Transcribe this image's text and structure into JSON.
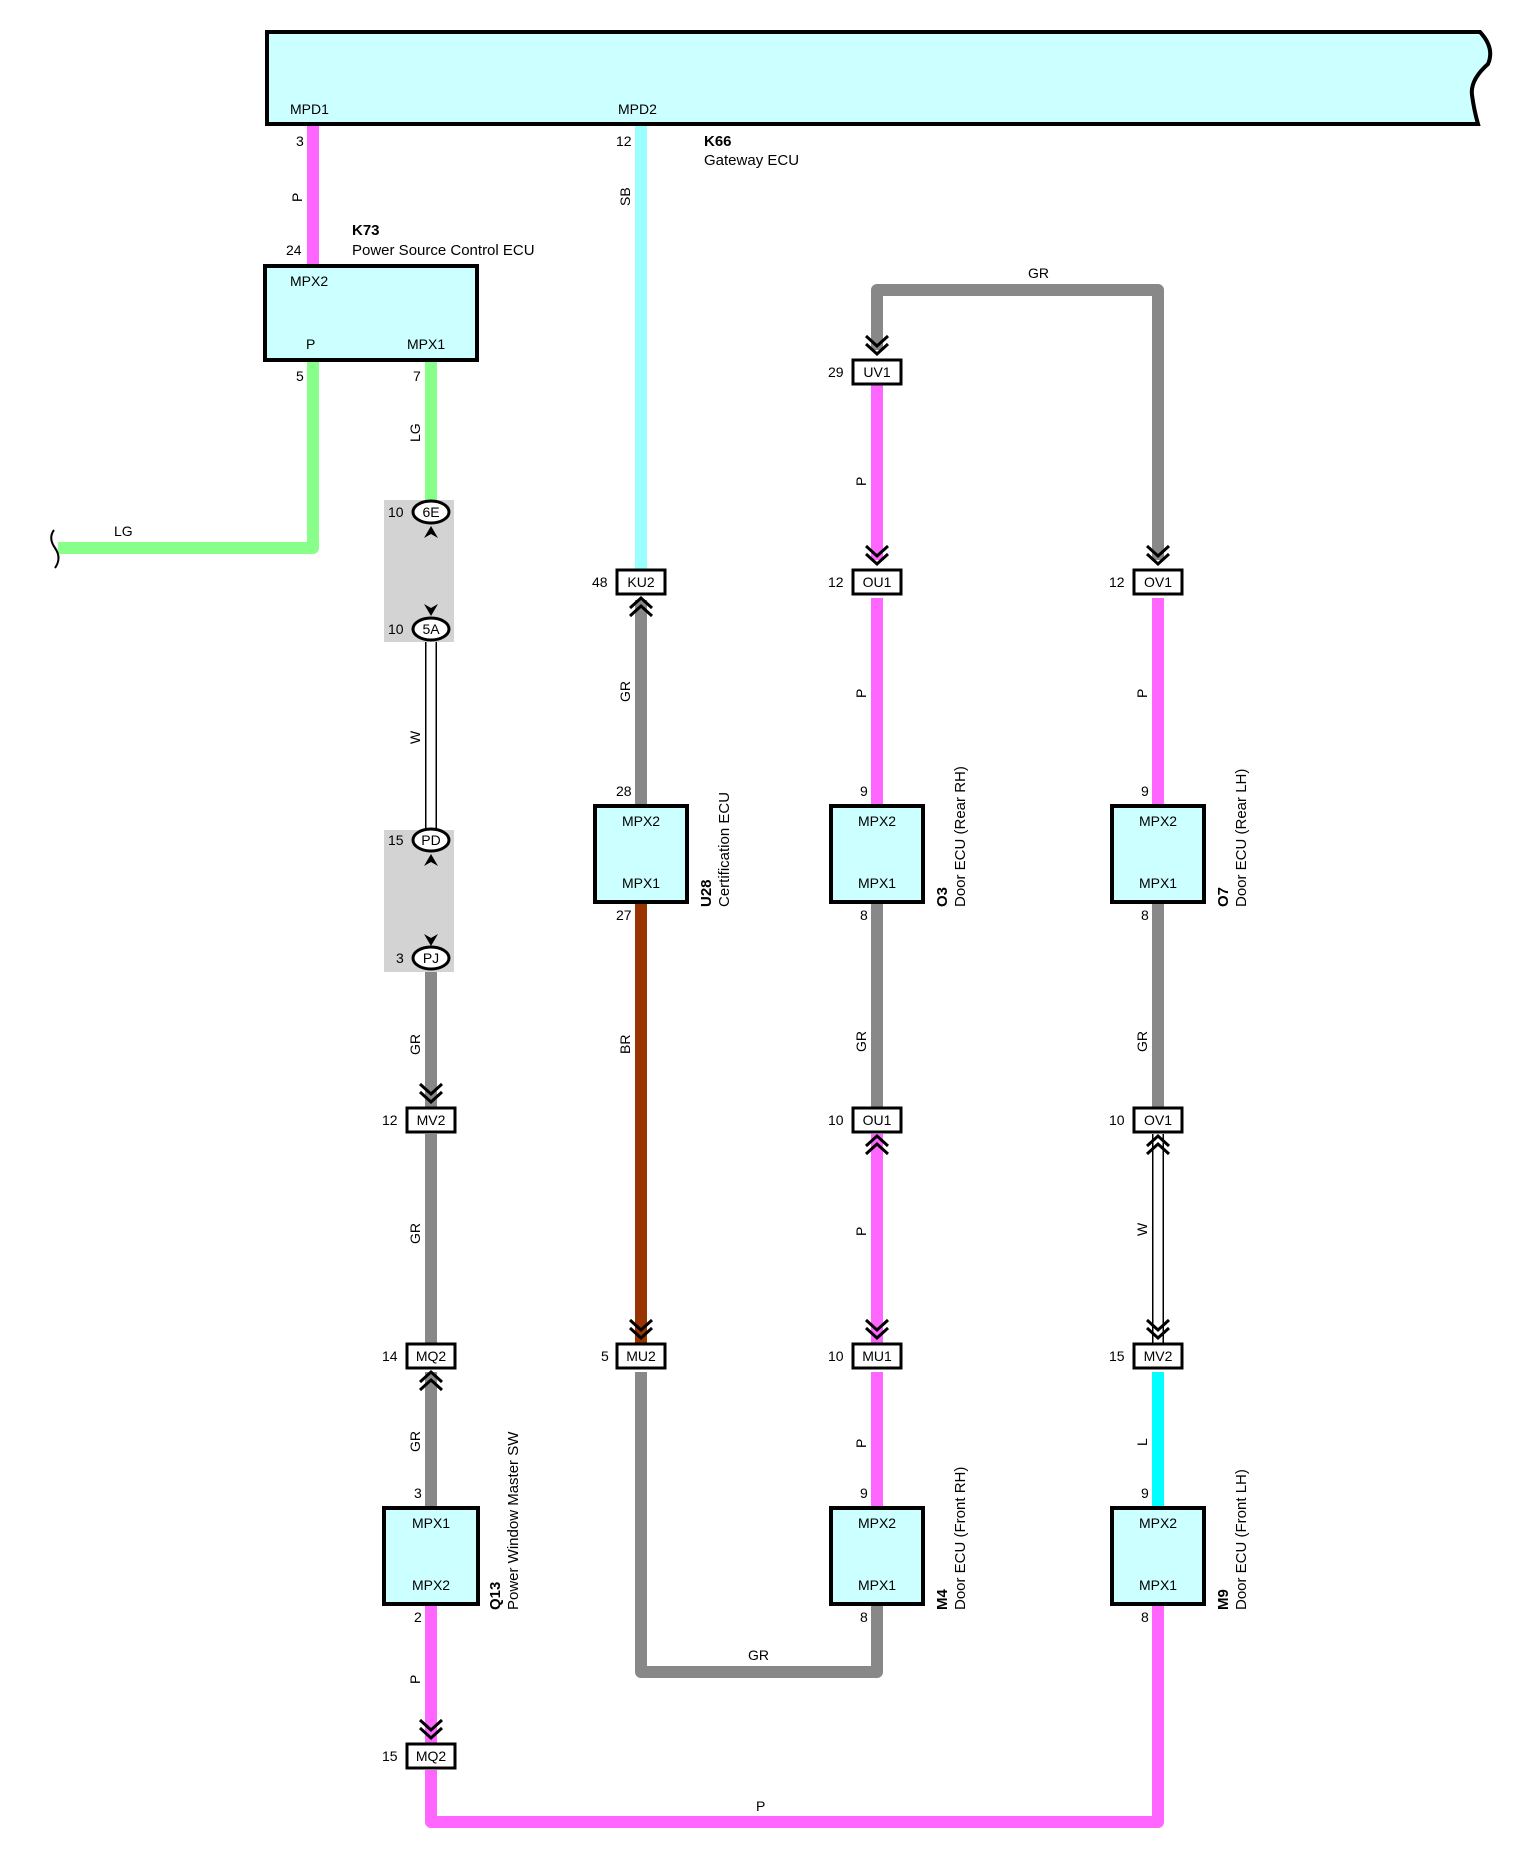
{
  "colors": {
    "P": "#ff66ff",
    "SB": "#99ffff",
    "LG": "#88ff88",
    "GR": "#888888",
    "BR": "#993300",
    "L": "#00ffff",
    "W": "#ffffff",
    "ecu_fill": "#ccffff"
  },
  "gateway": {
    "id": "K66",
    "name": "Gateway ECU",
    "terminals": [
      "MPD1",
      "MPD2"
    ],
    "pins": [
      "3",
      "12"
    ]
  },
  "k73": {
    "id": "K73",
    "name": "Power Source Control ECU",
    "terminals": [
      "MPX2",
      "P",
      "MPX1"
    ],
    "pins": [
      "24",
      "5",
      "7"
    ]
  },
  "u28": {
    "id": "U28",
    "name": "Certification ECU",
    "terminals": [
      "MPX2",
      "MPX1"
    ],
    "pins": [
      "28",
      "27"
    ]
  },
  "o3": {
    "id": "O3",
    "name": "Door ECU (Rear RH)",
    "terminals": [
      "MPX2",
      "MPX1"
    ],
    "pins": [
      "9",
      "8"
    ]
  },
  "o7": {
    "id": "O7",
    "name": "Door ECU (Rear LH)",
    "terminals": [
      "MPX2",
      "MPX1"
    ],
    "pins": [
      "9",
      "8"
    ]
  },
  "q13": {
    "id": "Q13",
    "name": "Power Window Master SW",
    "terminals": [
      "MPX1",
      "MPX2"
    ],
    "pins": [
      "3",
      "2"
    ]
  },
  "m4": {
    "id": "M4",
    "name": "Door ECU (Front RH)",
    "terminals": [
      "MPX2",
      "MPX1"
    ],
    "pins": [
      "9",
      "8"
    ]
  },
  "m9": {
    "id": "M9",
    "name": "Door ECU (Front LH)",
    "terminals": [
      "MPX2",
      "MPX1"
    ],
    "pins": [
      "9",
      "8"
    ]
  },
  "connectors": {
    "uv1_top": {
      "code": "UV1",
      "pin": "29"
    },
    "ou1_top": {
      "code": "OU1",
      "pin": "12"
    },
    "ov1_top": {
      "code": "OV1",
      "pin": "12"
    },
    "ku2": {
      "code": "KU2",
      "pin": "48"
    },
    "mv2_a": {
      "code": "MV2",
      "pin": "12"
    },
    "ou1_bot": {
      "code": "OU1",
      "pin": "10"
    },
    "ov1_bot": {
      "code": "OV1",
      "pin": "10"
    },
    "mq2_a": {
      "code": "MQ2",
      "pin": "14"
    },
    "mu2": {
      "code": "MU2",
      "pin": "5"
    },
    "mu1": {
      "code": "MU1",
      "pin": "10"
    },
    "mv2_b": {
      "code": "MV2",
      "pin": "15"
    },
    "mq2_b": {
      "code": "MQ2",
      "pin": "15"
    }
  },
  "junctions": {
    "j6e": {
      "code": "6E",
      "pin": "10"
    },
    "j5a": {
      "code": "5A",
      "pin": "10"
    },
    "jpd": {
      "code": "PD",
      "pin": "15"
    },
    "jpj": {
      "code": "PJ",
      "pin": "3"
    }
  },
  "wire_labels": {
    "w_k66_k73": "P",
    "w_k66_ku2": "SB",
    "w_lg_left": "LG",
    "w_k73_6e": "LG",
    "w_5a_pd": "W",
    "w_pj_mv2": "GR",
    "w_mv2_mq2": "GR",
    "w_mq2_q13": "GR",
    "w_q13_mq2": "P",
    "w_bottom": "P",
    "w_ku2_u28": "GR",
    "w_u28_mu2": "BR",
    "w_mu2_m4": "GR",
    "w_top_loop": "GR",
    "w_uv1_ou1": "P",
    "w_ou1_o3": "P",
    "w_o3_ou1": "GR",
    "w_ou1_mu1": "P",
    "w_mu1_m4": "P",
    "w_ov1_o7": "P",
    "w_o7_ov1": "GR",
    "w_ov1_mv2": "W",
    "w_mv2_m9": "L"
  }
}
